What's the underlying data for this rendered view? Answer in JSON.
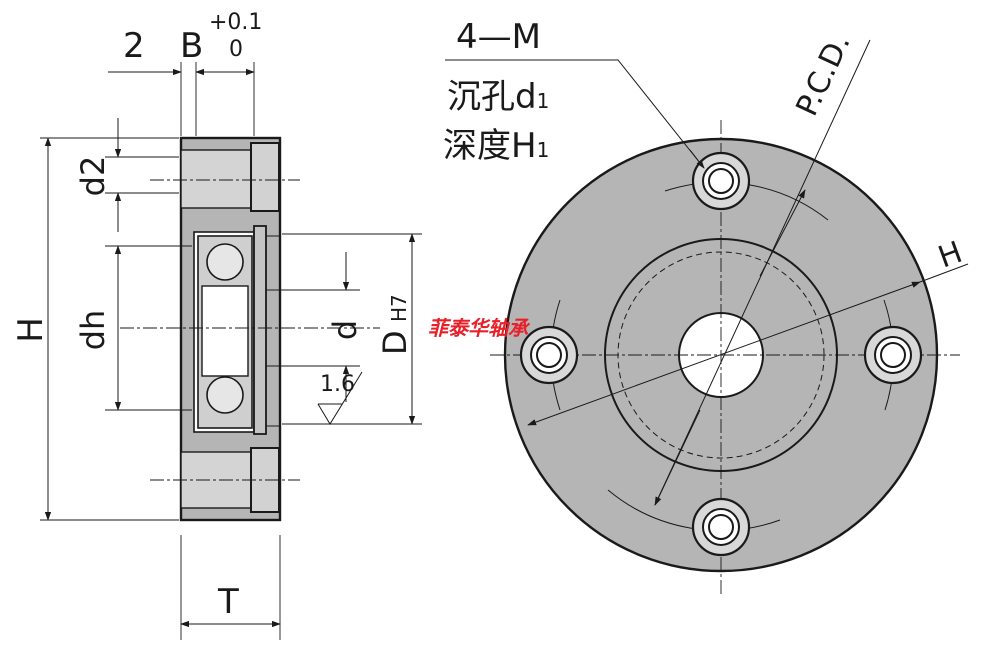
{
  "dimensions": {
    "left_offset": "2",
    "width_b": "B",
    "tol_upper": "+0.1",
    "tol_lower": "0",
    "height_h": "H",
    "bolt_dia": "d2",
    "hub_dia": "dh",
    "bore_dia": "d",
    "housing_dia": "D",
    "housing_fit": "H7",
    "roughness": "1.6",
    "thickness_t": "T",
    "pcd": "P.C.D.",
    "face_h": "H"
  },
  "callout": {
    "holes": "4—M",
    "counterbore_label": "沉孔",
    "counterbore_symbol": "d",
    "counterbore_sub": "1",
    "depth_label": "深度",
    "depth_symbol": "H",
    "depth_sub": "1"
  },
  "watermark": "菲泰华轴承",
  "colors": {
    "part_fill": "#b5b5b5",
    "watermark": "#e8202a"
  }
}
